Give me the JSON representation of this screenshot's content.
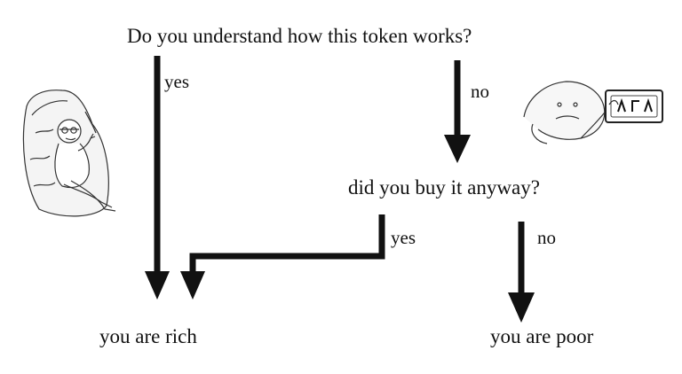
{
  "nodes": {
    "question_main": "Do you understand how this token works?",
    "question_second": "did you buy it anyway?",
    "result_rich": "you are rich",
    "result_poor": "you are poor"
  },
  "edges": {
    "yes_1": "yes",
    "no_1": "no",
    "yes_2": "yes",
    "no_2": "no"
  },
  "illustrations": {
    "left": "wojak-on-throne-illustration",
    "right": "wojak-with-cash-illustration"
  },
  "colors": {
    "ink": "#111111",
    "background": "#ffffff"
  }
}
